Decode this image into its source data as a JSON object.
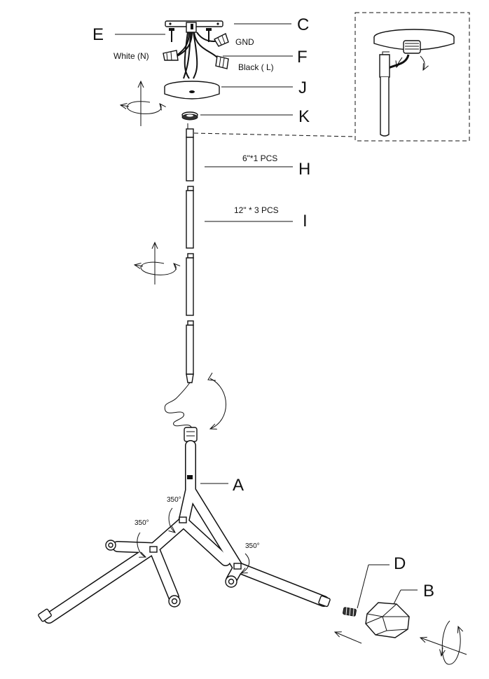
{
  "labels": {
    "c": "C",
    "e": "E",
    "f": "F",
    "j": "J",
    "k": "K",
    "h": "H",
    "i": "I",
    "a": "A",
    "d": "D",
    "b": "B"
  },
  "annotations": {
    "gnd": "GND",
    "white": "White (N)",
    "black": "Black ( L)",
    "rod_short": "6\"*1 PCS",
    "rod_long": "12\" * 3 PCS"
  },
  "angles": {
    "top": "350°",
    "left": "350°",
    "right": "350°"
  }
}
